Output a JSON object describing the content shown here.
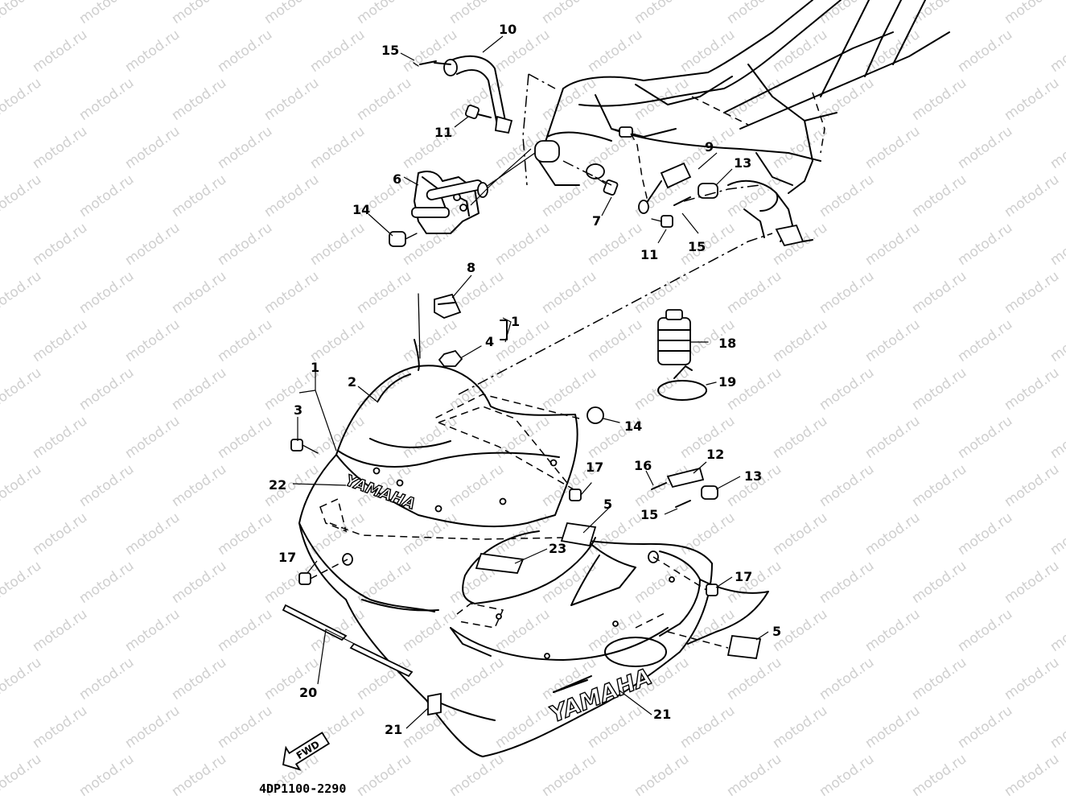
{
  "diagram": {
    "watermark": "motod.ru",
    "drawing_code": "4DP1100-2290",
    "fwd_label": "FWD",
    "logo_windshield": "YAMAHA",
    "logo_cowling": "YAMAHA",
    "callouts": {
      "c10": "10",
      "c15a": "15",
      "c11a": "11",
      "c6": "6",
      "c14a": "14",
      "c9": "9",
      "c13a": "13",
      "c7": "7",
      "c11b": "11",
      "c15b": "15",
      "c8": "8",
      "c4": "4",
      "c1a": "1",
      "c1b": "1",
      "c2": "2",
      "c3": "3",
      "c18": "18",
      "c19": "19",
      "c14b": "14",
      "c17a": "17",
      "c12": "12",
      "c16": "16",
      "c13b": "13",
      "c15c": "15",
      "c22": "22",
      "c5a": "5",
      "c23": "23",
      "c17b": "17",
      "c17c": "17",
      "c5b": "5",
      "c20": "20",
      "c21a": "21",
      "c21b": "21"
    }
  }
}
